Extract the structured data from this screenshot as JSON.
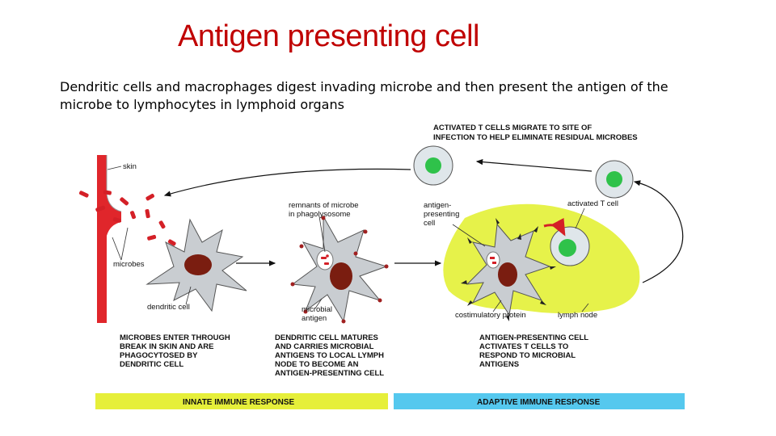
{
  "title": "Antigen presenting cell",
  "subtitle": "Dendritic cells and macrophages digest invading microbe and then present the antigen of the microbe to lymphocytes in lymphoid organs",
  "figure": {
    "top_caption_line1": "ACTIVATED T CELLS MIGRATE TO SITE OF",
    "top_caption_line2": "INFECTION TO HELP ELIMINATE RESIDUAL MICROBES",
    "labels": {
      "skin": "skin",
      "microbes": "microbes",
      "dendritic_cell": "dendritic cell",
      "remnants_line1": "remnants of microbe",
      "remnants_line2": "in phagolysosome",
      "microbial_antigen_line1": "microbial",
      "microbial_antigen_line2": "antigen",
      "apc_line1": "antigen-",
      "apc_line2": "presenting",
      "apc_line3": "cell",
      "activated_t_cell": "activated T cell",
      "costimulatory": "costimulatory protein",
      "lymph_node": "lymph node"
    },
    "step1": [
      "MICROBES ENTER THROUGH",
      "BREAK IN SKIN AND ARE",
      "PHAGOCYTOSED BY",
      "DENDRITIC CELL"
    ],
    "step2": [
      "DENDRITIC CELL MATURES",
      "AND CARRIES MICROBIAL",
      "ANTIGENS TO LOCAL LYMPH",
      "NODE TO BECOME AN",
      "ANTIGEN-PRESENTING CELL"
    ],
    "step3": [
      "ANTIGEN-PRESENTING CELL",
      "ACTIVATES T CELLS TO",
      "RESPOND TO MICROBIAL",
      "ANTIGENS"
    ],
    "innate_label": "INNATE IMMUNE RESPONSE",
    "adaptive_label": "ADAPTIVE IMMUNE RESPONSE"
  },
  "colors": {
    "title": "#c00000",
    "skin_red": "#e0262b",
    "microbe_red": "#d42027",
    "cell_body": "#c9cdd1",
    "nucleus": "#7a1d10",
    "lymph_node": "#e6f24a",
    "t_cell": "#2fc24a",
    "innate_bar": "#e6ef3a",
    "adaptive_bar": "#55c8ee"
  }
}
